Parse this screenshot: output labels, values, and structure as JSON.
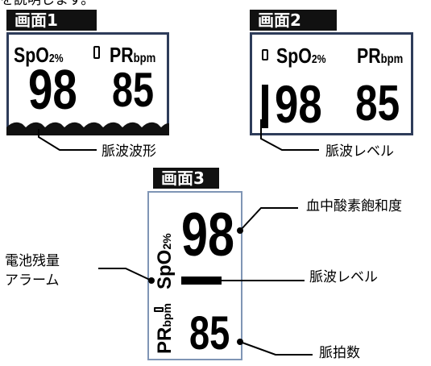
{
  "header_fragment": "を説明します。",
  "screens": [
    {
      "label": "画面1",
      "spo2_label": "SpO",
      "spo2_sub": "2",
      "spo2_unit": "%",
      "pr_label": "PR",
      "pr_unit": "bpm",
      "spo2_value": "98",
      "pr_value": "85"
    },
    {
      "label": "画面2",
      "spo2_label": "SpO",
      "spo2_sub": "2",
      "spo2_unit": "%",
      "pr_label": "PR",
      "pr_unit": "bpm",
      "spo2_value": "98",
      "pr_value": "85"
    },
    {
      "label": "画面3",
      "spo2_label": "SpO",
      "spo2_sub": "2",
      "spo2_unit": "%",
      "pr_label": "PR",
      "pr_unit": "bpm",
      "spo2_value": "98",
      "pr_value": "85"
    }
  ],
  "annotations": {
    "pulse_waveform": "脈波波形",
    "pulse_level_1": "脈波レベル",
    "spo2_meaning": "血中酸素飽和度",
    "battery_alarm_line1": "電池残量",
    "battery_alarm_line2": "アラーム",
    "pulse_level_2": "脈波レベル",
    "pulse_rate": "脈拍数"
  },
  "colors": {
    "frame": "#2e3c5a",
    "tag_bg": "#111111",
    "tag_text": "#ffffff"
  },
  "icons": [
    "battery-icon",
    "pulse-waveform",
    "pulse-level-bar"
  ]
}
